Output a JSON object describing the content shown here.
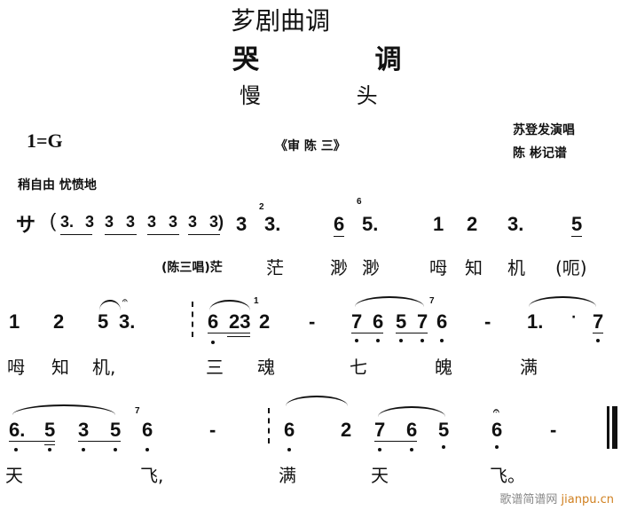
{
  "header": {
    "genre": "芗剧曲调",
    "title": "哭  调",
    "subtitle": "慢  头",
    "key": "1=G",
    "play": "《审 陈 三》",
    "singer": "苏登发演唱",
    "notator": "陈  彬记谱",
    "tempo": "稍自由  忧愤地"
  },
  "line1": {
    "free_meter": "サ",
    "notes": [
      "(",
      "3.",
      "3",
      "3",
      "3",
      "3",
      "3",
      "3",
      "3)",
      "3",
      "3.",
      "6",
      "5.",
      "1",
      "2",
      "3.",
      "5"
    ],
    "graces": [
      "2",
      "6"
    ],
    "lyrics": [
      "(陈三唱)茫",
      "茫",
      "渺",
      "渺",
      "呣",
      "知",
      "机",
      "(呃)"
    ]
  },
  "line2": {
    "notes": [
      "1",
      "2",
      "5",
      "3.",
      "6",
      "23",
      "2",
      "-",
      "7",
      "6",
      "5",
      "7",
      "6",
      "-",
      "1.",
      "7"
    ],
    "graces": [
      "1",
      "7"
    ],
    "lyrics": [
      "呣",
      "知",
      "机,",
      "三",
      "魂",
      "七",
      "魄",
      "满"
    ]
  },
  "line3": {
    "notes": [
      "6.",
      "5",
      "3",
      "5",
      "6",
      "-",
      "6",
      "2",
      "7",
      "6",
      "5",
      "6",
      "-"
    ],
    "graces": [
      "7"
    ],
    "lyrics": [
      "天",
      "飞,",
      "满",
      "天",
      "飞。"
    ]
  },
  "watermark": {
    "cn": "歌谱简谱网",
    "url": "jianpu.cn"
  }
}
